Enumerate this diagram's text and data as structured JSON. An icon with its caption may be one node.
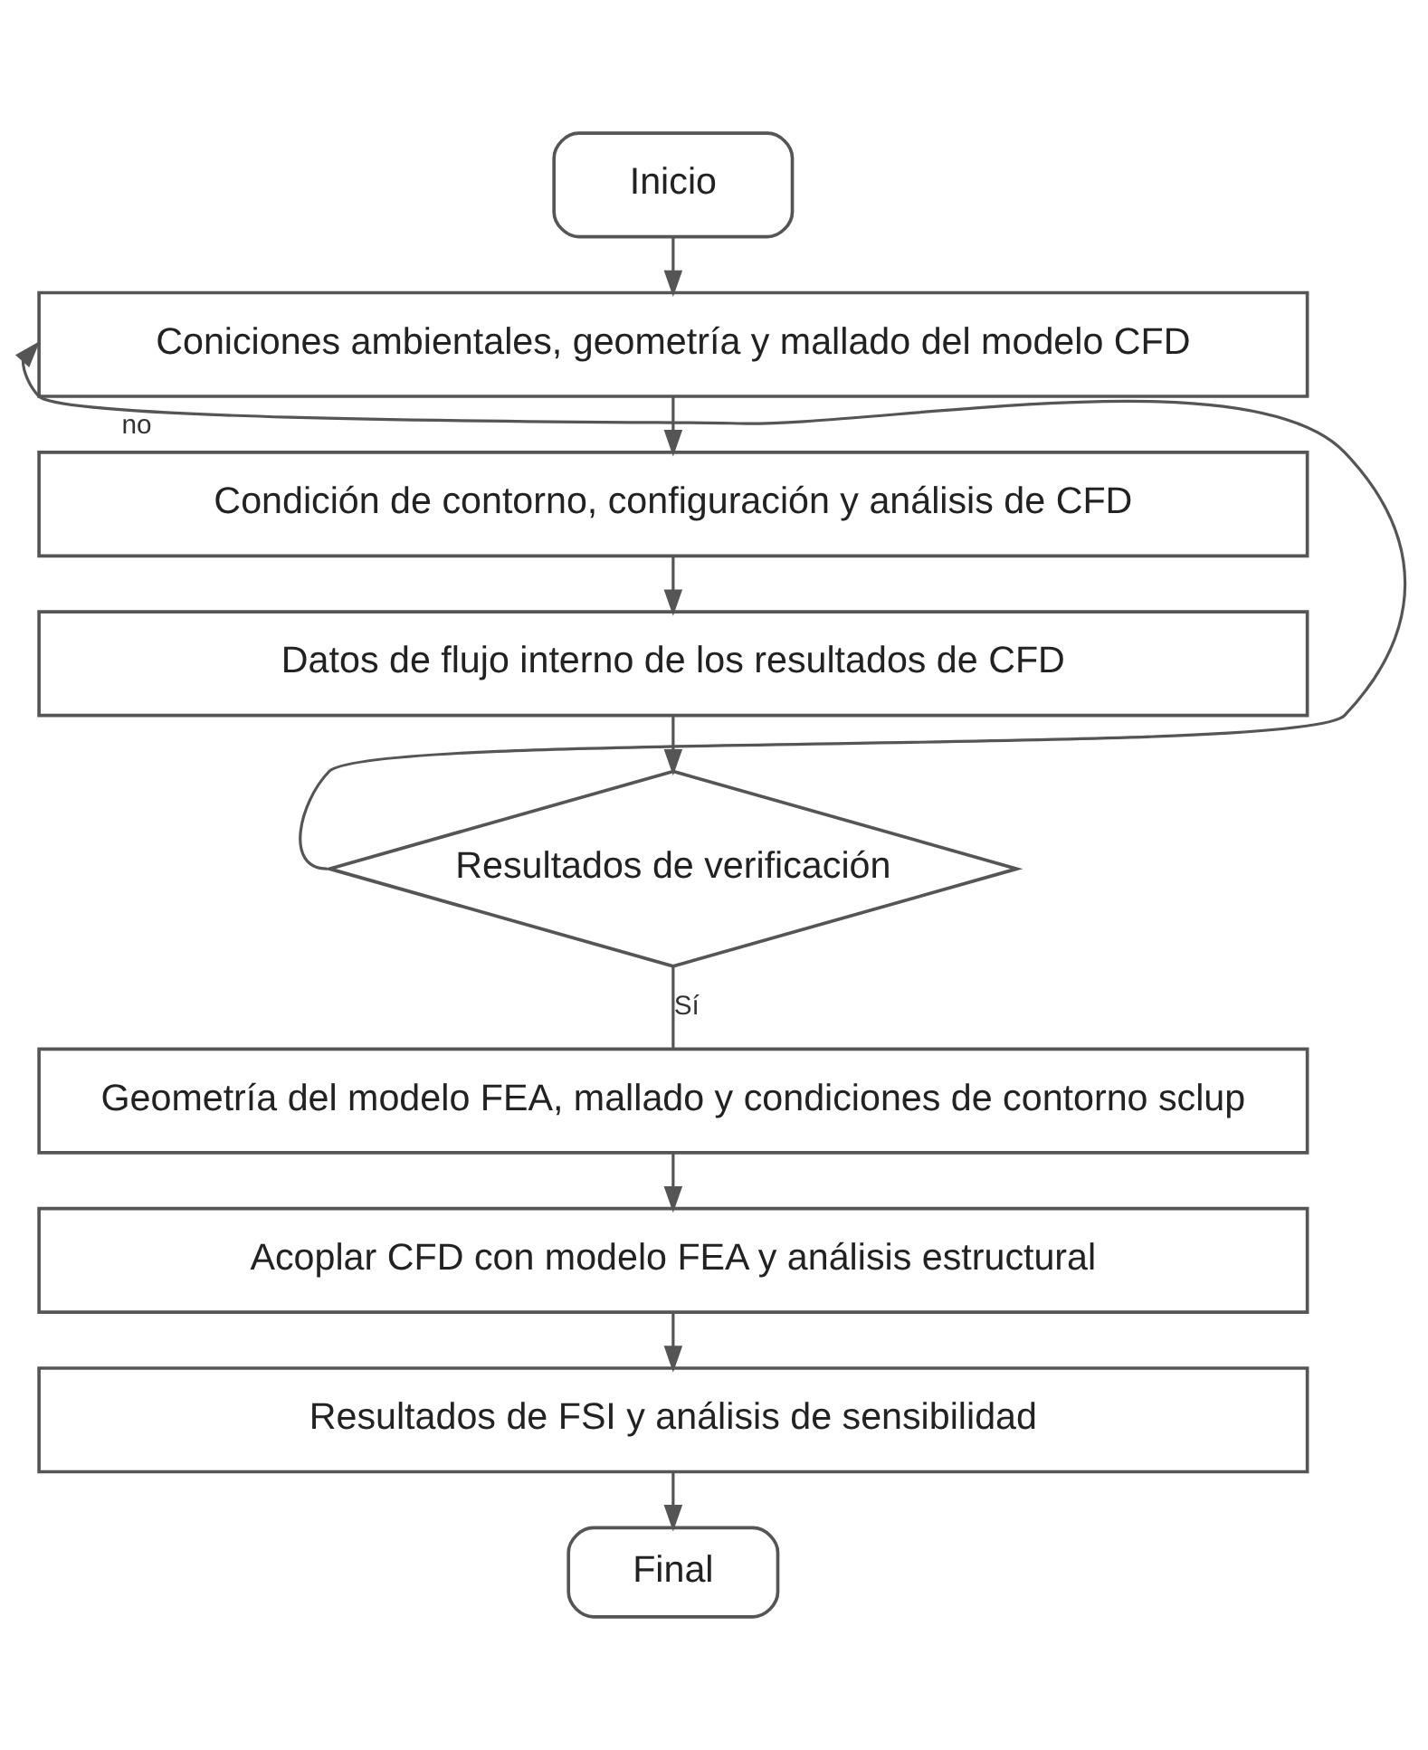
{
  "diagram": {
    "nodes": [
      {
        "text": [
          "Inicio"
        ]
      },
      {
        "text": [
          "Coniciones ambientales, geometría y mallado del modelo CFD"
        ]
      },
      {
        "text": [
          "Condición de contorno, configuración y análisis de CFD"
        ]
      },
      {
        "text": [
          "Datos de flujo interno de los resultados de CFD"
        ]
      },
      {
        "text": [
          "Resultados de verificación"
        ]
      },
      {
        "text": [
          "Geometría del modelo FEA, mallado y condiciones de contorno sclup"
        ]
      },
      {
        "text": [
          "Acoplar CFD con modelo FEA y análisis estructural"
        ]
      },
      {
        "text": [
          "Resultados de FSI y análisis de sensibilidad"
        ]
      },
      {
        "text": [
          "Final"
        ]
      }
    ],
    "edges": [
      {
        "from": 0,
        "to": 1,
        "arrow": "to"
      },
      {
        "from": 1,
        "to": 2,
        "arrow": "to"
      },
      {
        "from": 2,
        "to": 3,
        "arrow": "to"
      },
      {
        "from": 3,
        "to": 4,
        "arrow": "to"
      },
      {
        "from": 4,
        "to": 1,
        "arrow": "to",
        "label": "no"
      },
      {
        "from": 4,
        "to": 5,
        "arrow": "none",
        "label": "Sí"
      },
      {
        "from": 5,
        "to": 6,
        "arrow": "to"
      },
      {
        "from": 6,
        "to": 7,
        "arrow": "to"
      },
      {
        "from": 7,
        "to": 8,
        "arrow": "to"
      }
    ]
  }
}
